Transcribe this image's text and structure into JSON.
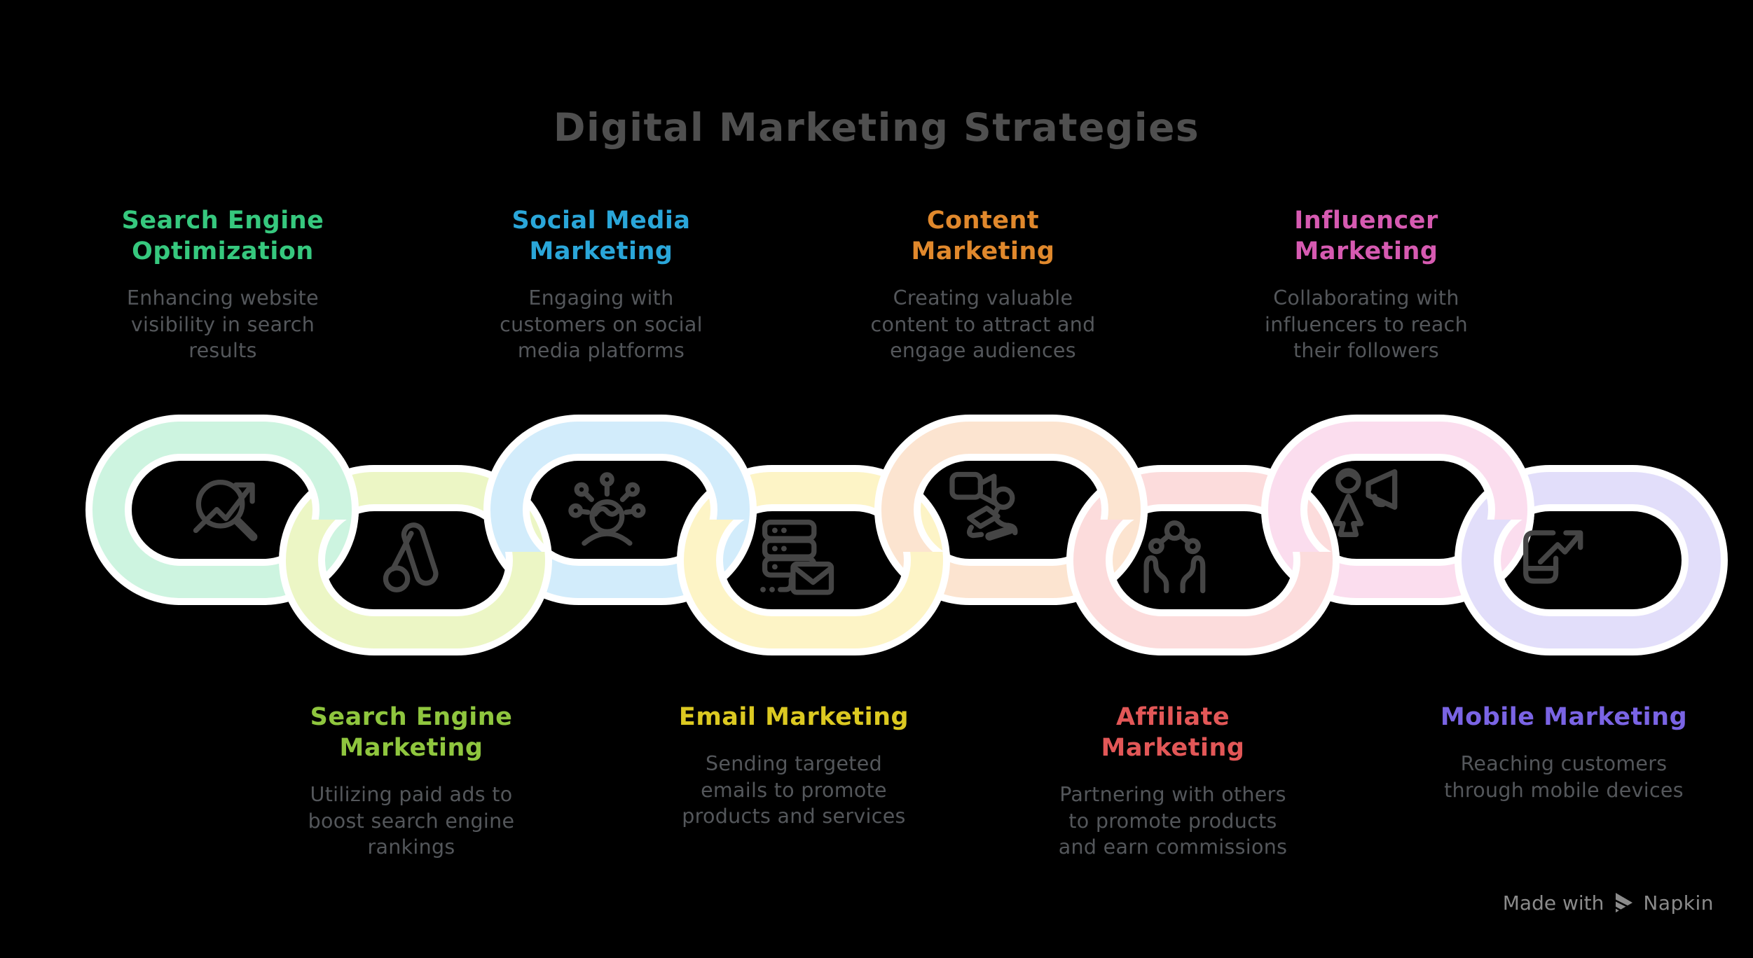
{
  "title": "Digital Marketing Strategies",
  "strategies": [
    {
      "id": "search-engine-optimization",
      "name": "Search Engine\nOptimization",
      "description": "Enhancing website\nvisibility in search\nresults",
      "heading_color": "#36c87e",
      "ring_color": "#cdf4e0",
      "icon": "seo-search-trend-icon",
      "row": "top"
    },
    {
      "id": "search-engine-marketing",
      "name": "Search Engine\nMarketing",
      "description": "Utilizing paid ads to\nboost search engine\nrankings",
      "heading_color": "#8fc63e",
      "ring_color": "#ecf6c5",
      "icon": "google-ads-icon",
      "row": "bottom"
    },
    {
      "id": "social-media-marketing",
      "name": "Social Media\nMarketing",
      "description": "Engaging with\ncustomers on social\nmedia platforms",
      "heading_color": "#2aa6d9",
      "ring_color": "#d2ecfb",
      "icon": "person-network-icon",
      "row": "top"
    },
    {
      "id": "email-marketing",
      "name": "Email Marketing",
      "description": "Sending targeted\nemails to promote\nproducts and services",
      "heading_color": "#dcc921",
      "ring_color": "#fdf4c6",
      "icon": "server-envelope-icon",
      "row": "bottom"
    },
    {
      "id": "content-marketing",
      "name": "Content\nMarketing",
      "description": "Creating valuable\ncontent to attract and\nengage audiences",
      "heading_color": "#e0882c",
      "ring_color": "#fce4d0",
      "icon": "video-creator-icon",
      "row": "top"
    },
    {
      "id": "affiliate-marketing",
      "name": "Affiliate\nMarketing",
      "description": "Partnering with others\nto promote products\nand earn commissions",
      "heading_color": "#e25757",
      "ring_color": "#fcdcdc",
      "icon": "hands-network-icon",
      "row": "bottom"
    },
    {
      "id": "influencer-marketing",
      "name": "Influencer\nMarketing",
      "description": "Collaborating with\ninfluencers to reach\ntheir followers",
      "heading_color": "#d65ab1",
      "ring_color": "#fbddee",
      "icon": "person-megaphone-icon",
      "row": "top"
    },
    {
      "id": "mobile-marketing",
      "name": "Mobile Marketing",
      "description": "Reaching customers\nthrough mobile devices",
      "heading_color": "#7a64e4",
      "ring_color": "#e2defa",
      "icon": "phone-trend-icon",
      "row": "bottom"
    }
  ],
  "footer": {
    "made_with": "Made with",
    "brand": "Napkin"
  },
  "colors": {
    "background": "#000000",
    "title_text": "#4f4f4f",
    "body_text": "#54575b",
    "icon_stroke": "#454545",
    "ring_outline": "#ffffff",
    "credit_text": "#8b8b8b"
  }
}
